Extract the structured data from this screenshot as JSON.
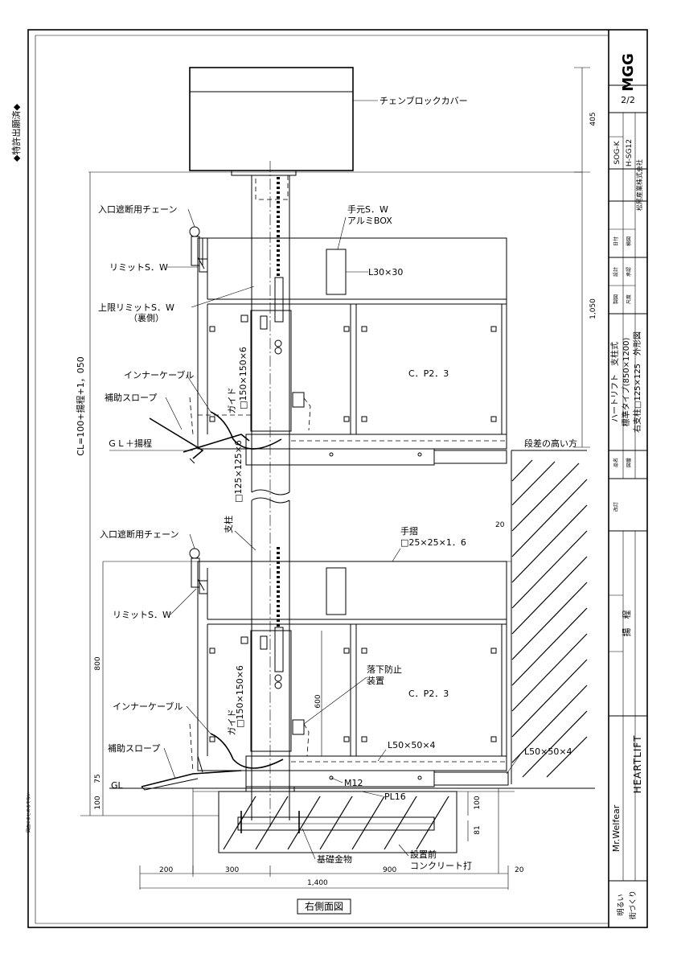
{
  "sheet": {
    "side_note": "◆特許出願済◆",
    "view_title": "右側面図",
    "logo": "MGG",
    "bottom_left_vertical": "図面にまとめるでない"
  },
  "title_block": {
    "sheet_no": "2/2",
    "drawing_no_1": "SOG-K",
    "drawing_no_2": "H-SG12",
    "company": "松尾産業株式会社",
    "product_line_1": "ハートリフト　支柱式",
    "product_line_2": "標準タイプ(850×1200)",
    "product_line_3": "右支柱□125×125　外形図",
    "product_name": "HEARTLIFT",
    "brand": "Mr.Welfear",
    "slogan_1": "明るい",
    "slogan_2": "街づくり",
    "vertical_label": "揚　程",
    "small_1": "日付",
    "small_2": "設計",
    "small_3": "製図",
    "small_4": "検図",
    "small_5": "承認",
    "small_6": "尺度",
    "small_7": "品名",
    "small_8": "図番",
    "small_9": "改訂"
  },
  "labels": {
    "chain_cover": "チェンブロックカバー",
    "entry_chain_1": "入口遮断用チェーン",
    "hand_sw_1": "手元S．W",
    "hand_sw_2": "アルミBOX",
    "angle_l30": "L30×30",
    "limit_sw_1": "リミットS．W",
    "upper_limit_1": "上限リミットS．W",
    "upper_limit_2": "（裏側）",
    "inner_cable_1": "インナーケーブル",
    "aux_slope_1": "補助スロープ",
    "guide_1": "ガイド",
    "guide_size_1": "□150×150×6",
    "cp_1": "C．P2．3",
    "gl_lift": "ＧＬ＋揚程",
    "step_high": "段差の高い方",
    "cl_dim": "CL=100+揚程+1，050",
    "post_size": "□125×125×6",
    "post": "支柱",
    "entry_chain_2": "入口遮断用チェーン",
    "handrail": "手摺",
    "handrail_size": "□25×25×1．6",
    "limit_sw_2": "リミットS．W",
    "fall_prevent_1": "落下防止",
    "fall_prevent_2": "装置",
    "cp_2": "C．P2．3",
    "guide_2": "ガイド",
    "guide_size_2": "□150×150×6",
    "inner_cable_2": "インナーケーブル",
    "aux_slope_2": "補助スロープ",
    "angle_l50_1": "L50×50×4",
    "angle_l50_2": "L50×50×4",
    "gl": "GL",
    "m12": "M12",
    "pl16": "PL16",
    "foundation": "基礎金物",
    "concrete_1": "設置前",
    "concrete_2": "コンクリート打"
  },
  "dimensions": {
    "d405": "405",
    "d1050": "1,050",
    "d20a": "20",
    "d800": "800",
    "d600": "600",
    "d75": "75",
    "d100a": "100",
    "d100b": "100",
    "d81": "81",
    "d200": "200",
    "d300": "300",
    "d900": "900",
    "d20b": "20",
    "d1400": "1,400"
  }
}
